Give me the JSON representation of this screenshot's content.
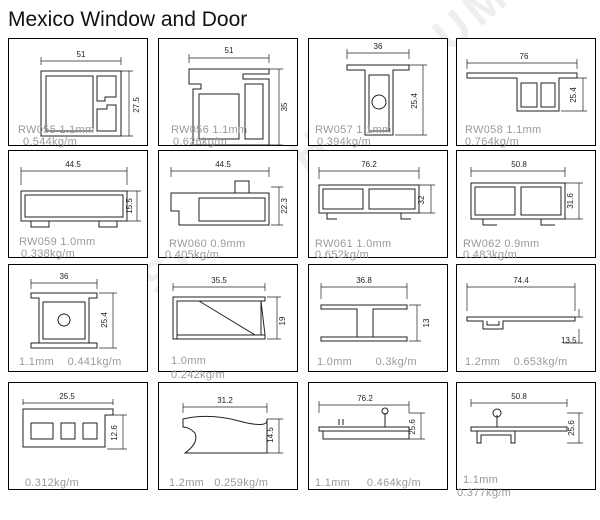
{
  "title": "Mexico  Window and Door",
  "watermark": "SHENGHAI ALUMINUM",
  "profiles": [
    {
      "code": "RW055",
      "thickness": "1.1mm",
      "weight": "0.544kg/m",
      "dims": [
        "51",
        "27.5"
      ]
    },
    {
      "code": "RW056",
      "thickness": "1.1mm",
      "weight": "0.626kg/m",
      "dims": [
        "51",
        "35"
      ]
    },
    {
      "code": "RW057",
      "thickness": "1.1mm",
      "weight": "0.394kg/m",
      "dims": [
        "36",
        "25.4"
      ]
    },
    {
      "code": "RW058",
      "thickness": "1.1mm",
      "weight": "0.764kg/m",
      "dims": [
        "76",
        "25.4"
      ]
    },
    {
      "code": "RW059",
      "thickness": "1.0mm",
      "weight": "0.338kg/m",
      "dims": [
        "44.5",
        "15.5"
      ]
    },
    {
      "code": "RW060",
      "thickness": "0.9mm",
      "weight": "0.405kg/m",
      "dims": [
        "44.5",
        "22.3"
      ]
    },
    {
      "code": "RW061",
      "thickness": "1.0mm",
      "weight": "0.652kg/m",
      "dims": [
        "76.2",
        "32"
      ]
    },
    {
      "code": "RW062",
      "thickness": "0.9mm",
      "weight": "0.483kg/m",
      "dims": [
        "50.8",
        "31.6"
      ]
    },
    {
      "code": "",
      "thickness": "1.1mm",
      "weight": "0.441kg/m",
      "dims": [
        "36",
        "25.4"
      ]
    },
    {
      "code": "",
      "thickness": "1.0mm",
      "weight": "0.242kg/m",
      "dims": [
        "35.5",
        "19"
      ]
    },
    {
      "code": "",
      "thickness": "1.0mm",
      "weight": "0.3kg/m",
      "dims": [
        "36.8",
        "13"
      ]
    },
    {
      "code": "",
      "thickness": "1.2mm",
      "weight": "0.653kg/m",
      "dims": [
        "74.4",
        "13.5"
      ]
    },
    {
      "code": "",
      "thickness": "",
      "weight": "0.312kg/m",
      "dims": [
        "25.5",
        "12.6"
      ]
    },
    {
      "code": "",
      "thickness": "1.2mm",
      "weight": "0.259kg/m",
      "dims": [
        "31.2",
        "14.5"
      ]
    },
    {
      "code": "",
      "thickness": "1.1mm",
      "weight": "0.464kg/m",
      "dims": [
        "76.2",
        "25.6"
      ]
    },
    {
      "code": "",
      "thickness": "1.1mm",
      "weight": "0.377kg/m",
      "dims": [
        "50.8",
        "25.6"
      ]
    }
  ]
}
